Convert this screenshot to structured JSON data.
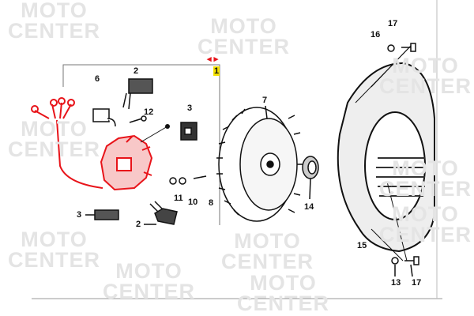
{
  "watermark": {
    "line1": "MOTO",
    "line2": "CENTER"
  },
  "callouts": [
    {
      "id": "1",
      "highlighted": true
    },
    {
      "id": "2"
    },
    {
      "id": "6"
    },
    {
      "id": "3"
    },
    {
      "id": "12"
    },
    {
      "id": "7"
    },
    {
      "id": "11"
    },
    {
      "id": "10"
    },
    {
      "id": "8"
    },
    {
      "id": "2"
    },
    {
      "id": "3"
    },
    {
      "id": "14"
    },
    {
      "id": "15"
    },
    {
      "id": "16"
    },
    {
      "id": "17"
    },
    {
      "id": "13"
    },
    {
      "id": "17"
    }
  ],
  "colors": {
    "highlight_part": "#e8141a",
    "selected_label": "#f4e200",
    "line_art": "#111111",
    "watermark": "#e4e4e4"
  }
}
